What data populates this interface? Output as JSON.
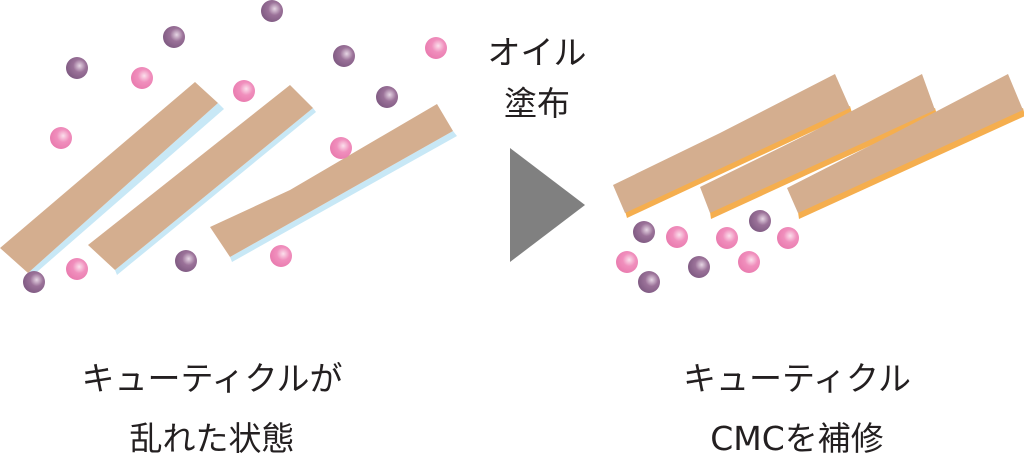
{
  "arrow_label": {
    "line1": "オイル",
    "line2": "塗布"
  },
  "left_caption": {
    "line1": "キューティクルが",
    "line2": "乱れた状態"
  },
  "right_caption": {
    "line1": "キューティクル",
    "line2": "CMCを補修"
  },
  "colors": {
    "cuticle": "#d4ae8f",
    "damaged_edge": "#c8e8f6",
    "oil_edge": "#f5ae4e",
    "pink_particle": "#ef86b6",
    "purple_particle": "#8e6590",
    "arrow": "#808080"
  }
}
